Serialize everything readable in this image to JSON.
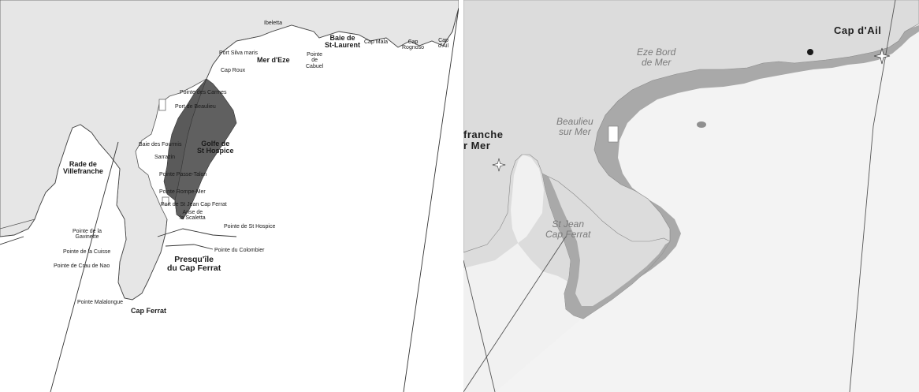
{
  "left_map": {
    "labels": {
      "ibeletta": "Ibeletta",
      "baie_st_laurent": "Baie de\nSt-Laurent",
      "cap_mala": "Cap Mala",
      "cap_roquebrune": "Cap\nRognoso",
      "cap_dail": "Cap\nd'Ail",
      "port_silva_maris": "Port Silva maris",
      "pointe_cabuel": "Pointe\nde\nCabuel",
      "mer_eze": "Mer d'Eze",
      "cap_roux": "Cap Roux",
      "pointe_carmes": "Pointe des Carmes",
      "port_beaulieu": "Port de Beaulieu",
      "golfe_st_hospice": "Golfe de\nSt Hospice",
      "baie_fourmis": "Baie des Fourmis",
      "sarrazin": "Sarrazin",
      "rade_villefranche": "Rade    de\nVillefranche",
      "pointe_passable": "Pointe Passe-Talon",
      "pointe_rompe": "Pointe Rompe-Mer",
      "port_st_jean": "Port de St Jean Cap Ferrat",
      "anse_scaletta": "Anse    de\nla Scaletta",
      "pointe_st_hospice": "Pointe de St Hospice",
      "pointe_gavinette": "Pointe de la\nGavinette",
      "pointe_cuisse": "Pointe de la Cuisse",
      "pointe_colombier": "Pointe du Colombier",
      "presquile": "Presqu'île\ndu Cap Ferrat",
      "pointe_crau": "Pointe de Crau de Nao",
      "pointe_malalongue": "Pointe Malalongue",
      "cap_ferrat": "Cap Ferrat"
    }
  },
  "right_map": {
    "labels": {
      "eze_bord": "Eze Bord\nde Mer",
      "cap_dail": "Cap d'Ail",
      "beaulieu": "Beaulieu\nsur Mer",
      "villefranche": "franche\nr Mer",
      "st_jean": "St Jean\nCap Ferrat"
    },
    "icons": [
      "dot-marker-icon",
      "compass-star-icon"
    ]
  }
}
